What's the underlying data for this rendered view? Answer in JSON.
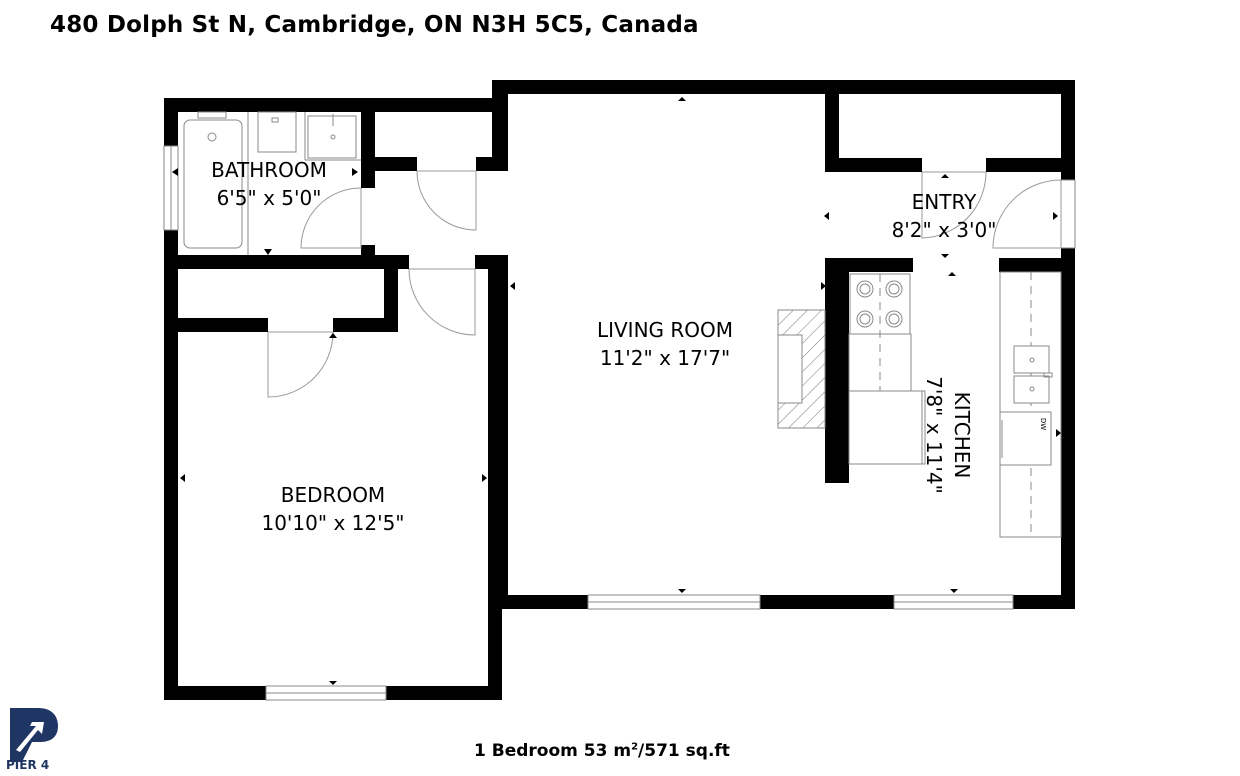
{
  "header": {
    "address": "480 Dolph St N, Cambridge, ON N3H 5C5, Canada"
  },
  "rooms": {
    "bathroom": {
      "name": "BATHROOM",
      "dimensions": "6'5\" x 5'0\""
    },
    "entry": {
      "name": "ENTRY",
      "dimensions": "8'2\" x 3'0\""
    },
    "living_room": {
      "name": "LIVING ROOM",
      "dimensions": "11'2\" x 17'7\""
    },
    "kitchen": {
      "name": "KITCHEN",
      "dimensions": "7'8\" x 11'4\""
    },
    "bedroom": {
      "name": "BEDROOM",
      "dimensions": "10'10\" x 12'5\""
    }
  },
  "fixtures": {
    "dishwasher_label": "DW"
  },
  "footer": {
    "summary_prefix": "1 Bedroom 53 m",
    "summary_sup": "2",
    "summary_suffix": "/571 sq.ft"
  },
  "brand": {
    "name": "PIER 4",
    "color": "#1f3563"
  },
  "colors": {
    "wall": "#000000",
    "fixture_line": "#8a8a8a",
    "background": "#ffffff"
  }
}
